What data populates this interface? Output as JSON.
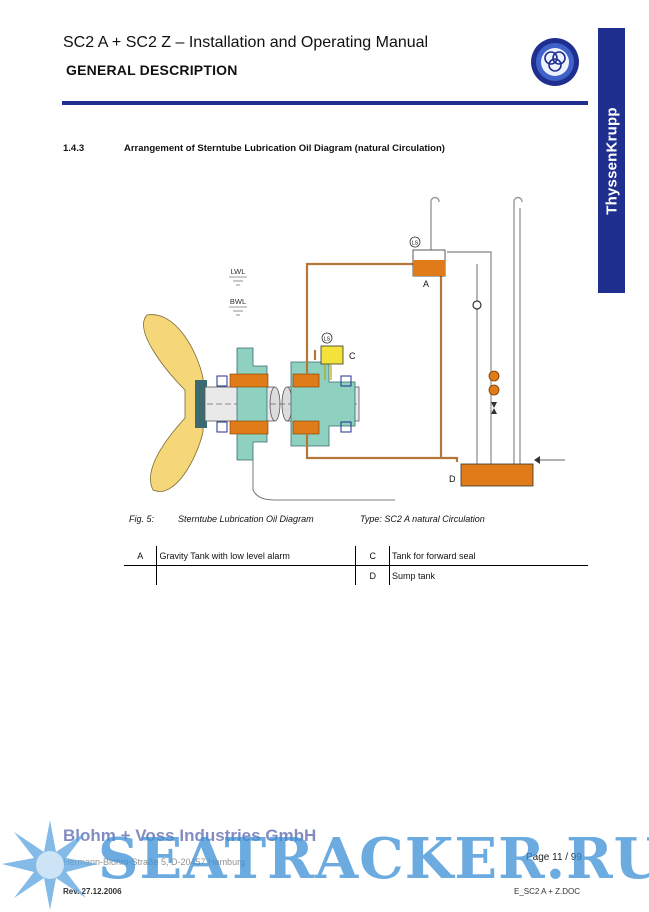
{
  "header": {
    "title": "SC2 A + SC2 Z – Installation and Operating Manual",
    "subtitle": "GENERAL DESCRIPTION",
    "brand": "ThyssenKrupp",
    "brand_color": "#1f2f8f"
  },
  "section": {
    "number": "1.4.3",
    "title": "Arrangement of Sterntube Lubrication Oil Diagram (natural Circulation)"
  },
  "diagram": {
    "labels": {
      "lwl": "LWL",
      "bwl": "BWL",
      "a": "A",
      "c": "C",
      "d": "D",
      "gauge_symbol": "LS"
    },
    "colors": {
      "oil": "#e07b1a",
      "pipe": "#b5763a",
      "propeller": "#f5d77a",
      "seal": "#8fd1c0",
      "tank_c": "#f2e23a"
    }
  },
  "caption": {
    "fig": "Fig. 5:",
    "title": "Sterntube Lubrication Oil Diagram",
    "type": "Type: SC2 A natural Circulation"
  },
  "legend": {
    "rows": [
      {
        "k1": "A",
        "v1": "Gravity Tank with low level alarm",
        "k2": "C",
        "v2": "Tank for forward seal"
      },
      {
        "k1": "",
        "v1": "",
        "k2": "D",
        "v2": "Sump tank"
      }
    ]
  },
  "footer": {
    "company": "Blohm + Voss Industries GmbH",
    "address": "Hermann-Blohm-Straße 5, D-20457 Hamburg",
    "page": "Page 11 / 99",
    "revision": "Rev. 27.12.2006",
    "doc": "E_SC2 A + Z.DOC"
  },
  "watermark": {
    "text": "SEATRACKER.RU",
    "color": "#3b8fd6"
  }
}
